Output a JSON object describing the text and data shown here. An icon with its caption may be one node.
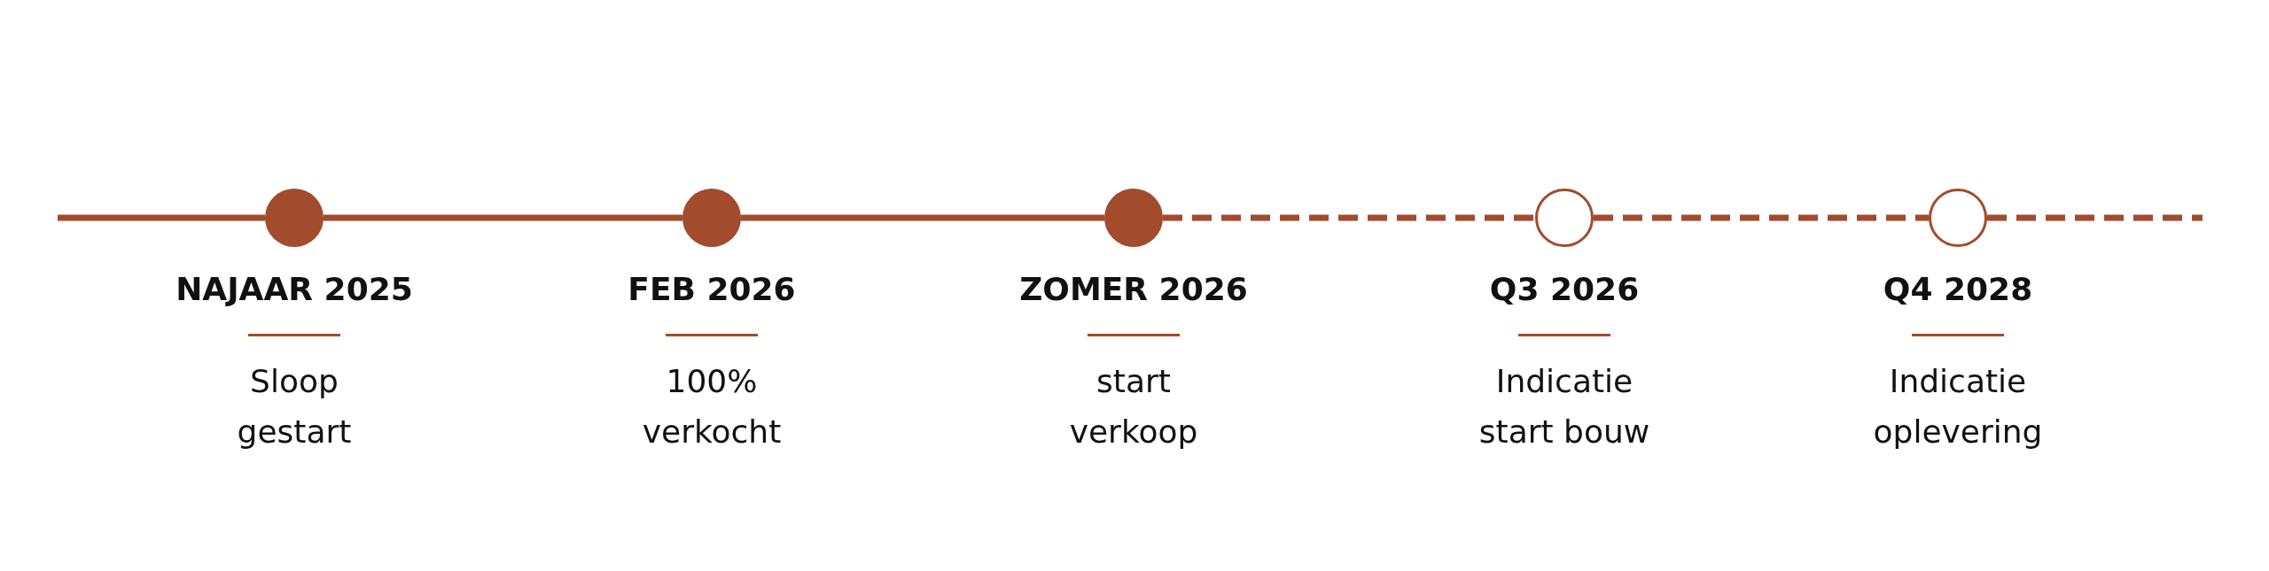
{
  "diagram": {
    "nodes": [
      {
        "text": [],
        "shape": "circle",
        "beside": [
          "NAJAAR 2025",
          "Sloop gestart"
        ]
      },
      {
        "text": [],
        "shape": "circle",
        "beside": [
          "FEB 2026",
          "100% verkocht"
        ]
      },
      {
        "text": [],
        "shape": "circle",
        "beside": [
          "ZOMER 2026",
          "start verkoop"
        ]
      },
      {
        "text": [],
        "shape": "ring",
        "beside": [
          "Q3 2026",
          "Indicatie start bouw"
        ]
      },
      {
        "text": [],
        "shape": "ring",
        "beside": [
          "Q4 2028",
          "Indicatie oplevering"
        ]
      }
    ],
    "edges": [
      {
        "from": null,
        "to": 0,
        "arrow": "none"
      },
      {
        "from": 0,
        "to": 1,
        "arrow": "none"
      },
      {
        "from": 1,
        "to": 2,
        "arrow": "none"
      },
      {
        "from": 2,
        "to": 3,
        "arrow": "none",
        "style": "dashed"
      },
      {
        "from": 3,
        "to": 4,
        "arrow": "none",
        "style": "dashed"
      },
      {
        "from": 4,
        "to": null,
        "arrow": "none",
        "style": "dashed"
      }
    ]
  }
}
